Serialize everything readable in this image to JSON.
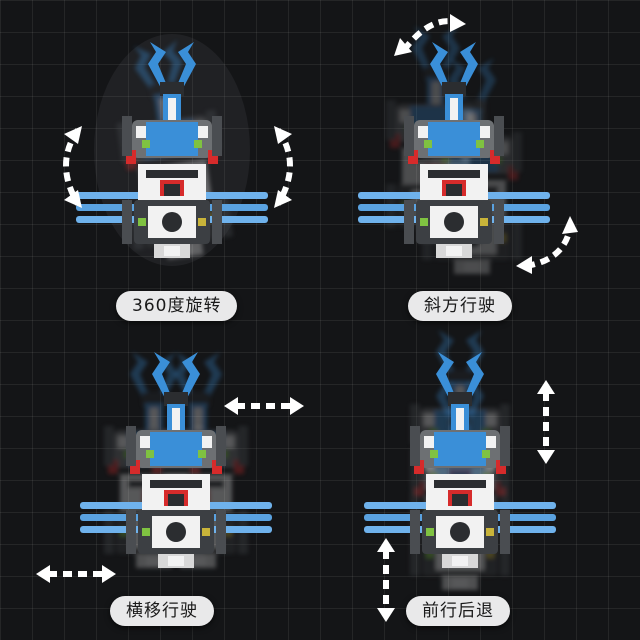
{
  "modes": [
    {
      "key": "rotate",
      "label": "360度旋转"
    },
    {
      "key": "diagonal",
      "label": "斜方行驶"
    },
    {
      "key": "lateral",
      "label": "横移行驶"
    },
    {
      "key": "forward-back",
      "label": "前行后退"
    }
  ],
  "colors": {
    "background": "#141517",
    "grid": "#2a2b2e",
    "pill_bg": "#e9e9ea",
    "robot_blue": "#3a8fd8",
    "robot_white": "#f2f2f2",
    "robot_grey": "#6d7073",
    "accent_red": "#d62b2b",
    "accent_green": "#7fc241",
    "arrow": "#ffffff"
  },
  "icons": [
    "rotate-cw-icon",
    "rotate-ccw-icon",
    "double-arrow-icon"
  ]
}
